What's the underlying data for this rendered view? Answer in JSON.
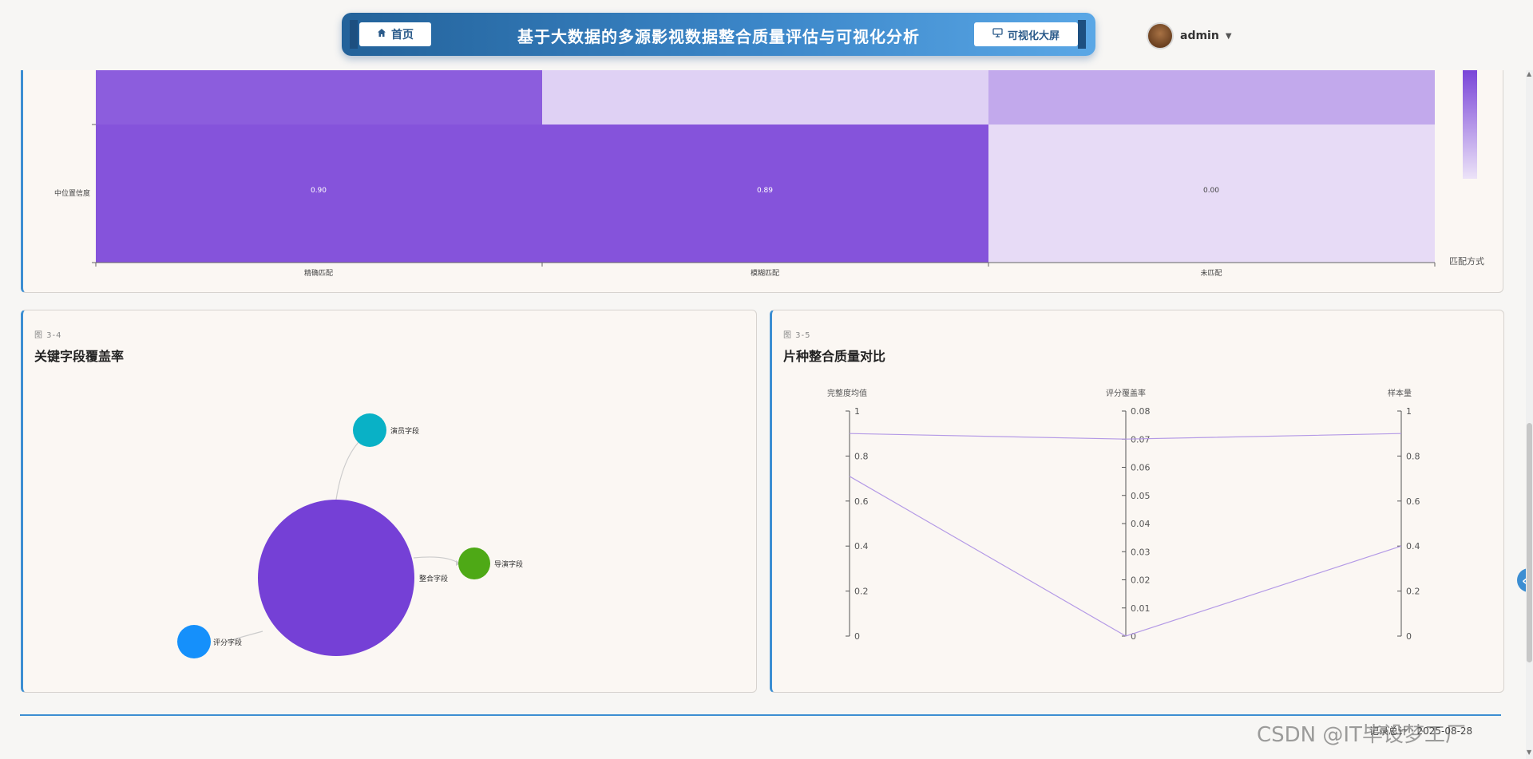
{
  "header": {
    "home_label": "首页",
    "title": "基于大数据的多源影视数据整合质量评估与可视化分析",
    "screen_label": "可视化大屏",
    "username": "admin"
  },
  "heatmap": {
    "row_label": "中位置信度",
    "columns": [
      "精确匹配",
      "模糊匹配",
      "未匹配"
    ],
    "values": [
      "0.90",
      "0.89",
      "0.00"
    ],
    "x_axis_name": "匹配方式",
    "colors": {
      "dark": "#8553db",
      "light": "#e7dbf6"
    }
  },
  "fig34": {
    "fig_no": "图 3-4",
    "title": "关键字段覆盖率",
    "nodes": [
      {
        "label": "整合字段",
        "color": "#7540d6"
      },
      {
        "label": "演员字段",
        "color": "#09b1c6"
      },
      {
        "label": "导演字段",
        "color": "#4ea916"
      },
      {
        "label": "评分字段",
        "color": "#1590fb"
      }
    ]
  },
  "fig35": {
    "fig_no": "图 3-5",
    "title": "片种整合质量对比",
    "axes": [
      {
        "name": "完整度均值",
        "ticks": [
          "1",
          "0.8",
          "0.6",
          "0.4",
          "0.2",
          "0"
        ]
      },
      {
        "name": "评分覆盖率",
        "ticks": [
          "0.08",
          "0.07",
          "0.06",
          "0.05",
          "0.04",
          "0.03",
          "0.02",
          "0.01",
          "0"
        ]
      },
      {
        "name": "样本量",
        "ticks": [
          "1",
          "0.8",
          "0.6",
          "0.4",
          "0.2",
          "0"
        ]
      }
    ]
  },
  "chart_data": [
    {
      "type": "heatmap",
      "categories": [
        "精确匹配",
        "模糊匹配",
        "未匹配"
      ],
      "rows": [
        "中位置信度"
      ],
      "values": [
        [
          0.9,
          0.89,
          0.0
        ]
      ],
      "xlabel": "匹配方式"
    },
    {
      "type": "parallel",
      "axes": [
        {
          "name": "完整度均值",
          "range": [
            0,
            1
          ]
        },
        {
          "name": "评分覆盖率",
          "range": [
            0,
            0.08
          ]
        },
        {
          "name": "样本量",
          "range": [
            0,
            1
          ]
        }
      ],
      "series": [
        {
          "values": [
            0.9,
            0.07,
            0.9
          ]
        },
        {
          "values": [
            0.71,
            0.0,
            0.4
          ]
        }
      ]
    }
  ],
  "footer": {
    "text": "记录总计 · 2025-08-28",
    "watermark": "CSDN @IT毕设梦工厂"
  }
}
